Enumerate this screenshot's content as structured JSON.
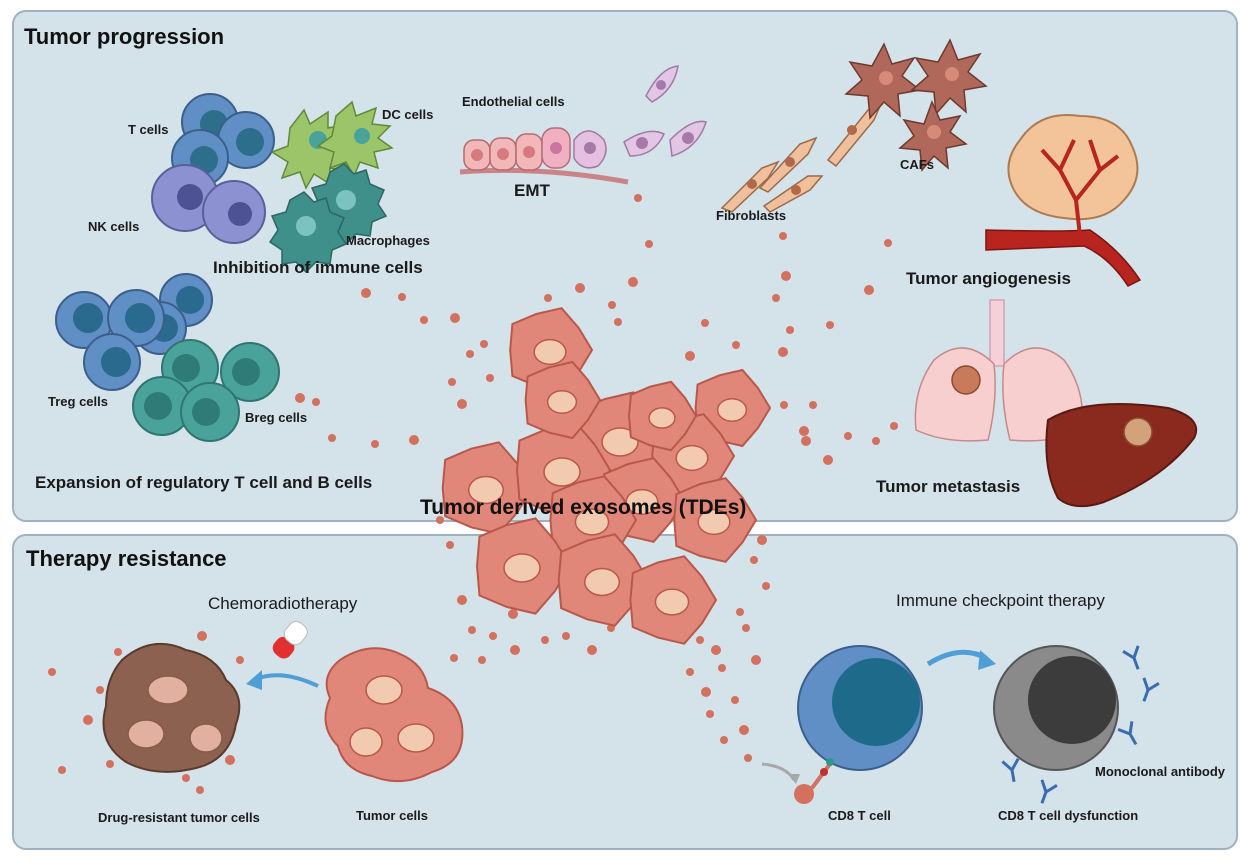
{
  "sections": {
    "top_title": "Tumor progression",
    "bottom_title": "Therapy resistance"
  },
  "center": {
    "title": "Tumor derived exosomes (TDEs)"
  },
  "progression": {
    "immune": {
      "t_cells": "T cells",
      "dc_cells": "DC cells",
      "nk_cells": "NK cells",
      "macrophages": "Macrophages",
      "caption": "Inhibition of immune cells"
    },
    "regulatory": {
      "treg_cells": "Treg cells",
      "breg_cells": "Breg cells",
      "caption": "Expansion of regulatory T cell and B cells"
    },
    "emt": {
      "endothelial_cells": "Endothelial cells",
      "caption": "EMT"
    },
    "fibro": {
      "fibroblasts": "Fibroblasts",
      "cafs": "CAFs"
    },
    "angiogenesis": {
      "caption": "Tumor angiogenesis"
    },
    "metastasis": {
      "caption": "Tumor metastasis"
    }
  },
  "resistance": {
    "chemo": {
      "title": "Chemoradiotherapy",
      "drug_resistant": "Drug-resistant tumor cells",
      "tumor_cells": "Tumor cells"
    },
    "immune_checkpoint": {
      "title": "Immune checkpoint therapy",
      "cd8": "CD8 T cell",
      "dysfunction": "CD8 T cell dysfunction",
      "antibody": "Monoclonal antibody"
    }
  },
  "colors": {
    "panel": "#d4e2ea",
    "tumor": "#e1877a",
    "exosome": "#d3705e",
    "blue_cell": "#5f8fc4",
    "teal_cell": "#4aa39b",
    "green_cell": "#9cc56a",
    "arrow": "#4f9fd6",
    "resistant": "#8c6150"
  }
}
